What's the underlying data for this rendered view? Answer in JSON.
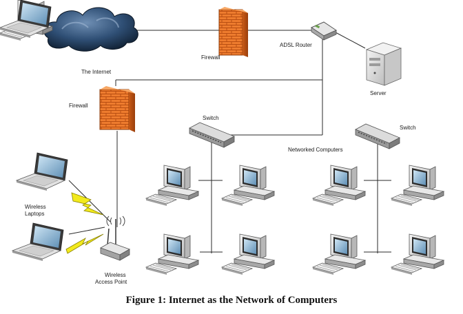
{
  "labels": {
    "internet": "The Internet",
    "firewall_top": "Firewall",
    "firewall_left": "Firewall",
    "adsl_router": "ADSL Router",
    "server": "Server",
    "switch_left": "Switch",
    "switch_right": "Switch",
    "networked_computers": "Networked Computers",
    "wireless_laptops_line1": "Wireless",
    "wireless_laptops_line2": "Laptops",
    "wap_line1": "Wireless",
    "wap_line2": "Access Point"
  },
  "caption": "Figure 1: Internet as the Network of Computers",
  "icons": [
    "cloud-icon",
    "firewall-icon",
    "router-icon",
    "server-icon",
    "switch-icon",
    "desktop-computer-icon",
    "laptop-icon",
    "wireless-access-point-icon",
    "lightning-icon"
  ],
  "colors": {
    "cloud": "#2b4a6b",
    "firewall": "#e8742a",
    "device_body": "#d9d9d9",
    "screen": "#9cc4de",
    "lightning": "#f2ea1d",
    "line": "#222222"
  }
}
